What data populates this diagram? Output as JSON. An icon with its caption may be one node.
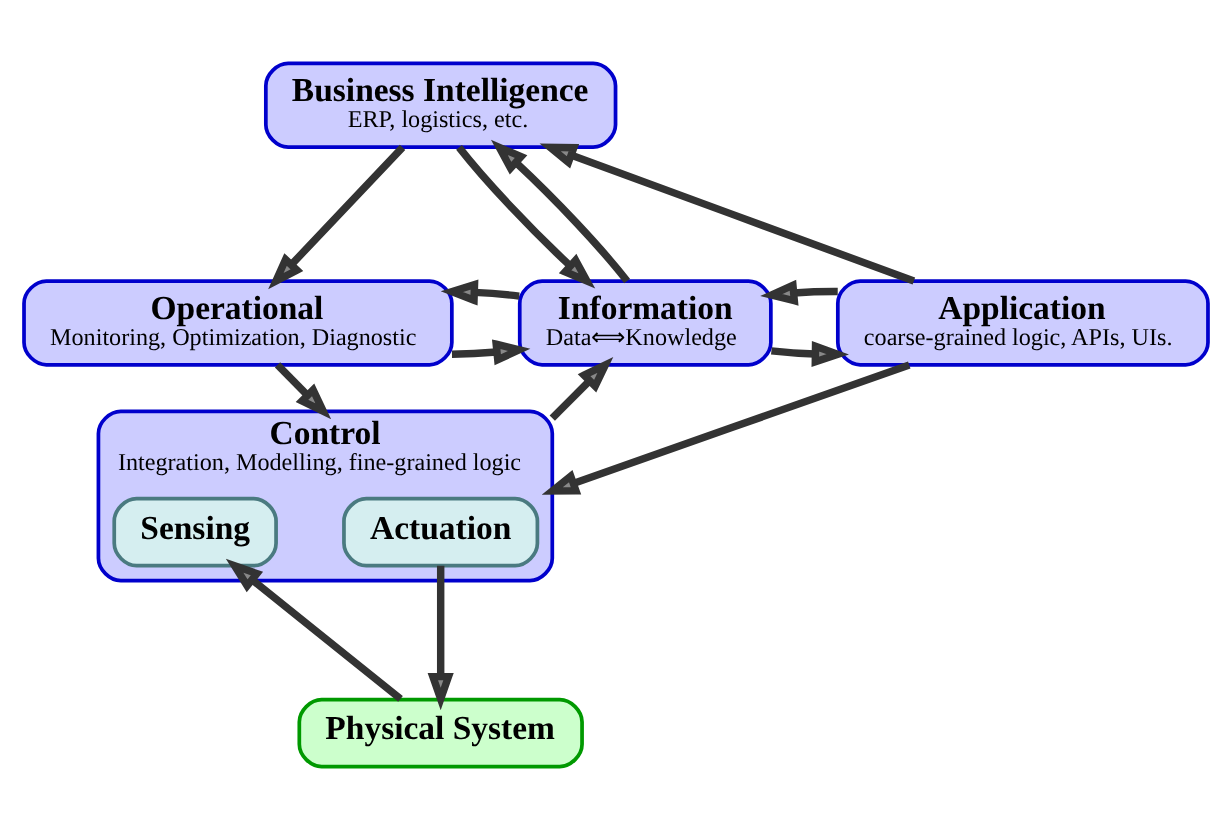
{
  "diagram": {
    "nodes": [
      {
        "text": [
          "Business Intelligence",
          "ERP, logistics, etc."
        ]
      },
      {
        "text": [
          "Operational",
          "Monitoring, Optimization, Diagnostic"
        ]
      },
      {
        "text": [
          "Information",
          "Data⟺Knowledge"
        ]
      },
      {
        "text": [
          "Application",
          "coarse-grained logic, APIs, UIs."
        ]
      },
      {
        "text": [
          "Control",
          "Integration, Modelling, fine-grained logic"
        ]
      },
      {
        "text": [
          "Actuation"
        ],
        "in": 4
      },
      {
        "text": [
          "Sensing"
        ],
        "in": 4
      },
      {
        "text": [
          "Physical System"
        ]
      }
    ],
    "edges": [
      {
        "from": 0,
        "to": 1,
        "arrow": "to"
      },
      {
        "from": 0,
        "to": 2,
        "arrow": "to"
      },
      {
        "from": 2,
        "to": 0,
        "arrow": "to"
      },
      {
        "from": 3,
        "to": 0,
        "arrow": "to"
      },
      {
        "from": 1,
        "to": 2,
        "arrow": "to"
      },
      {
        "from": 2,
        "to": 1,
        "arrow": "to"
      },
      {
        "from": 2,
        "to": 3,
        "arrow": "to"
      },
      {
        "from": 3,
        "to": 2,
        "arrow": "to"
      },
      {
        "from": 1,
        "to": 4,
        "arrow": "to"
      },
      {
        "from": 4,
        "to": 2,
        "arrow": "to"
      },
      {
        "from": 3,
        "to": 4,
        "arrow": "to"
      },
      {
        "from": 5,
        "to": 7,
        "arrow": "to"
      },
      {
        "from": 7,
        "to": 6,
        "arrow": "to"
      }
    ]
  }
}
